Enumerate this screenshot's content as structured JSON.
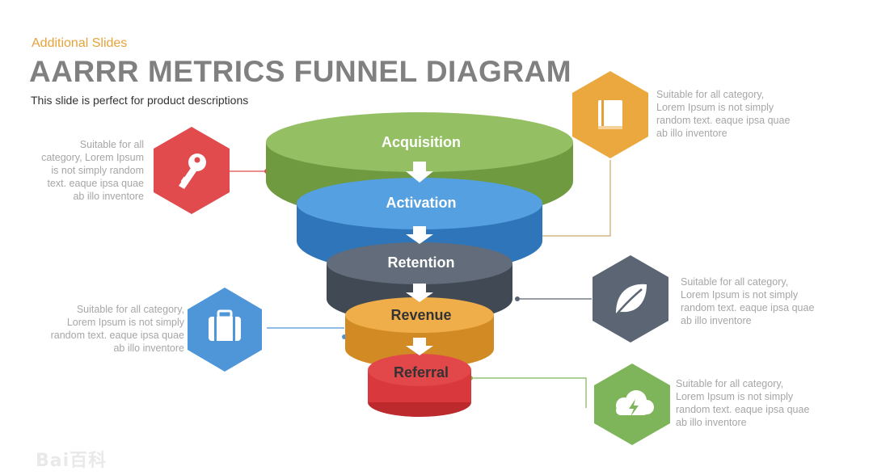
{
  "header": {
    "kicker": "Additional Slides",
    "title": "AARRR METRICS FUNNEL DIAGRAM",
    "tagline": "This slide is perfect for product descriptions"
  },
  "stages": [
    {
      "label": "Acquisition",
      "color": "#8db85a",
      "text_color": "#ffffff"
    },
    {
      "label": "Activation",
      "color": "#4e96d8",
      "text_color": "#ffffff"
    },
    {
      "label": "Retention",
      "color": "#5b6573",
      "text_color": "#ffffff"
    },
    {
      "label": "Revenue",
      "color": "#eba83e",
      "text_color": "#333333"
    },
    {
      "label": "Referral",
      "color": "#d9383c",
      "text_color": "#333333"
    }
  ],
  "callouts": [
    {
      "icon": "key-icon",
      "color": "#e14b4e",
      "text": "Suitable for all\ncategory, Lorem Ipsum\nis not simply random\ntext. eaque ipsa quae\nab illo inventore"
    },
    {
      "icon": "book-icon",
      "color": "#eba83e",
      "text": "Suitable for all category,\nLorem Ipsum is not simply\nrandom text. eaque ipsa quae\nab illo inventore"
    },
    {
      "icon": "leaf-icon",
      "color": "#5b6573",
      "text": "Suitable for all category,\nLorem Ipsum is not simply\nrandom text. eaque ipsa quae\nab illo inventore"
    },
    {
      "icon": "suitcase-icon",
      "color": "#4e96d8",
      "text": "Suitable for all category,\nLorem Ipsum is not simply\nrandom text. eaque ipsa quae\nab illo inventore"
    },
    {
      "icon": "cloud-bolt-icon",
      "color": "#7fb55a",
      "text": "Suitable for all category,\nLorem Ipsum is not simply\nrandom text. eaque ipsa quae\nab illo inventore"
    }
  ],
  "watermark": "Bai百科"
}
